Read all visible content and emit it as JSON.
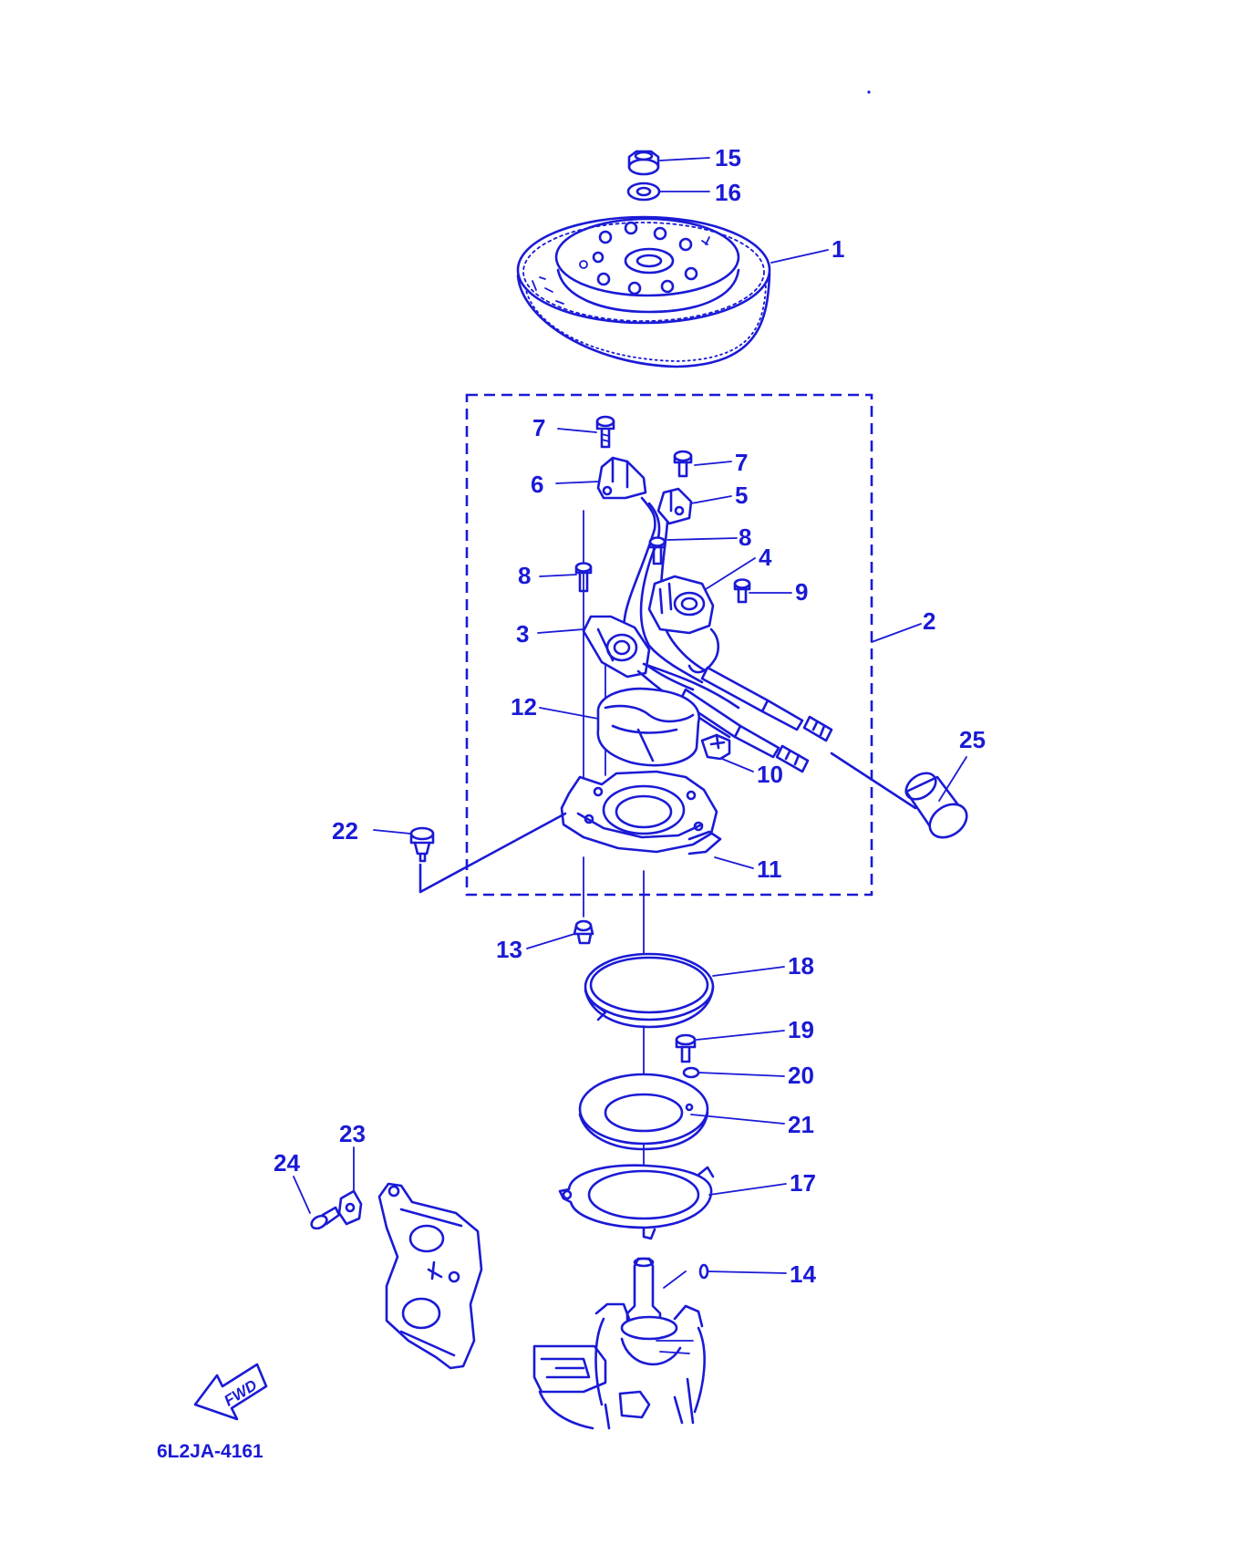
{
  "diagram_code": "6L2JA-4161",
  "fwd_label": "FWD",
  "colors": {
    "ink": "#1a1ad6",
    "background": "#ffffff"
  },
  "callouts": [
    {
      "id": "15",
      "label": "15"
    },
    {
      "id": "16",
      "label": "16"
    },
    {
      "id": "1",
      "label": "1"
    },
    {
      "id": "7a",
      "label": "7"
    },
    {
      "id": "7b",
      "label": "7"
    },
    {
      "id": "6",
      "label": "6"
    },
    {
      "id": "5",
      "label": "5"
    },
    {
      "id": "8a",
      "label": "8"
    },
    {
      "id": "8b",
      "label": "8"
    },
    {
      "id": "4",
      "label": "4"
    },
    {
      "id": "9",
      "label": "9"
    },
    {
      "id": "3",
      "label": "3"
    },
    {
      "id": "2",
      "label": "2"
    },
    {
      "id": "12",
      "label": "12"
    },
    {
      "id": "25",
      "label": "25"
    },
    {
      "id": "10",
      "label": "10"
    },
    {
      "id": "22",
      "label": "22"
    },
    {
      "id": "11",
      "label": "11"
    },
    {
      "id": "13",
      "label": "13"
    },
    {
      "id": "18",
      "label": "18"
    },
    {
      "id": "19",
      "label": "19"
    },
    {
      "id": "20",
      "label": "20"
    },
    {
      "id": "21",
      "label": "21"
    },
    {
      "id": "23",
      "label": "23"
    },
    {
      "id": "24",
      "label": "24"
    },
    {
      "id": "17",
      "label": "17"
    },
    {
      "id": "14",
      "label": "14"
    }
  ]
}
